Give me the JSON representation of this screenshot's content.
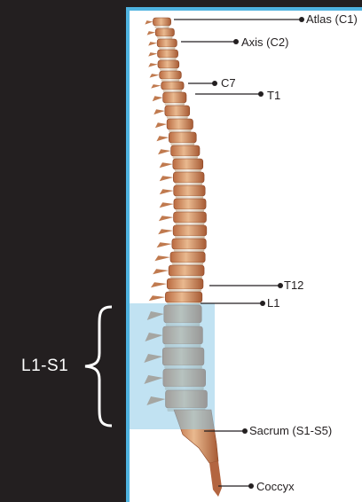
{
  "diagram": {
    "side_label": "L1-S1",
    "region_color": "#8ecbe8",
    "panel_border_color": "#4fb3e0",
    "labels": [
      {
        "id": "atlas",
        "text": "Atlas (C1)"
      },
      {
        "id": "axis",
        "text": "Axis (C2)"
      },
      {
        "id": "c7",
        "text": "C7"
      },
      {
        "id": "t1",
        "text": "T1"
      },
      {
        "id": "t12",
        "text": "T12"
      },
      {
        "id": "l1",
        "text": "L1"
      },
      {
        "id": "sacrum",
        "text": "Sacrum (S1-S5)"
      },
      {
        "id": "coccyx",
        "text": "Coccyx"
      }
    ]
  }
}
